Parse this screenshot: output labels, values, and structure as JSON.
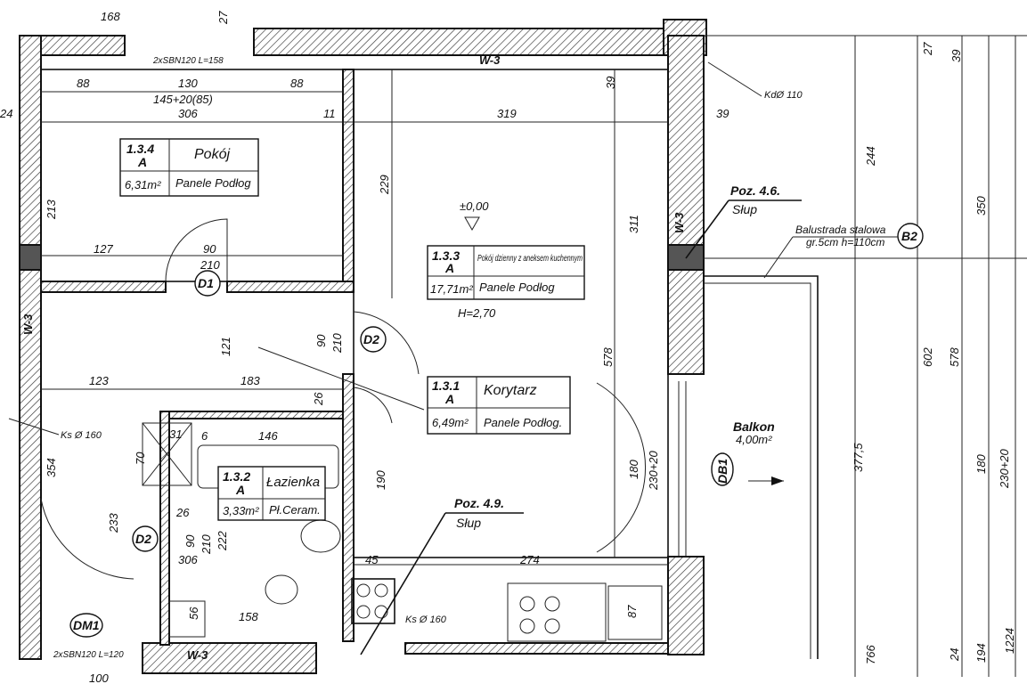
{
  "rooms": [
    {
      "id": "1.3.4",
      "letter": "A",
      "name": "Pokój",
      "area": "6,31m²",
      "floor": "Panele Podłog"
    },
    {
      "id": "1.3.3",
      "letter": "A",
      "name": "Pokój dzienny z aneksem kuchennym",
      "area": "17,71m²",
      "floor": "Panele Podłog"
    },
    {
      "id": "1.3.1",
      "letter": "A",
      "name": "Korytarz",
      "area": "6,49m²",
      "floor": "Panele Podłog."
    },
    {
      "id": "1.3.2",
      "letter": "A",
      "name": "Łazienka",
      "area": "3,33m²",
      "floor": "Pł.Ceram."
    }
  ],
  "balcony": {
    "name": "Balkon",
    "area": "4,00m²"
  },
  "level": {
    "mark": "±0,00",
    "height": "H=2,70"
  },
  "notes": {
    "poz46_title": "Poz. 4.6.",
    "poz46_sub": "Słup",
    "poz49_title": "Poz. 4.9.",
    "poz49_sub": "Słup",
    "balustrada": "Balustrada stalowa",
    "balustrada2": "gr.5cm h=110cm",
    "kd": "KdØ 110",
    "ks1": "Ks Ø 160",
    "ks2": "Ks Ø 160",
    "lintel_top": "2xSBN120 L=158",
    "lintel_bottom": "2xSBN120 L=120",
    "wall_w3": "W-3"
  },
  "tags": {
    "d1": "D1",
    "d2a": "D2",
    "d2b": "D2",
    "db1": "DB1",
    "dm1": "DM1",
    "b2": "B2"
  },
  "dims": {
    "d168": "168",
    "d27": "27",
    "d88a": "88",
    "d130": "130",
    "d88b": "88",
    "d145": "145+20(85)",
    "d306": "306",
    "d11": "11",
    "d319": "319",
    "d39a": "39",
    "d39b": "39",
    "d24": "24",
    "d213": "213",
    "d229": "229",
    "d311": "311",
    "d127": "127",
    "d90a": "90",
    "d210a": "210",
    "d121": "121",
    "d90b": "90",
    "d210b": "210",
    "d123": "123",
    "d183": "183",
    "d26a": "26",
    "d578": "578",
    "d354": "354",
    "d31": "31",
    "d6": "6",
    "d146": "146",
    "d70": "70",
    "d190": "190",
    "d180a": "180",
    "d230a": "230+20",
    "d26b": "26",
    "d233": "233",
    "d90c": "90",
    "d210c": "210",
    "d306b": "306",
    "d222": "222",
    "d45": "45",
    "d274": "274",
    "d56": "56",
    "d158": "158",
    "d87": "87",
    "d100": "100",
    "d244": "244",
    "d350": "350",
    "d602": "602",
    "d578b": "578",
    "d3775": "377,5",
    "d180b": "180",
    "d230b": "230+20",
    "d27b": "27",
    "d39c": "39",
    "d766": "766",
    "d24b": "24",
    "d194": "194",
    "d1224": "1224"
  }
}
